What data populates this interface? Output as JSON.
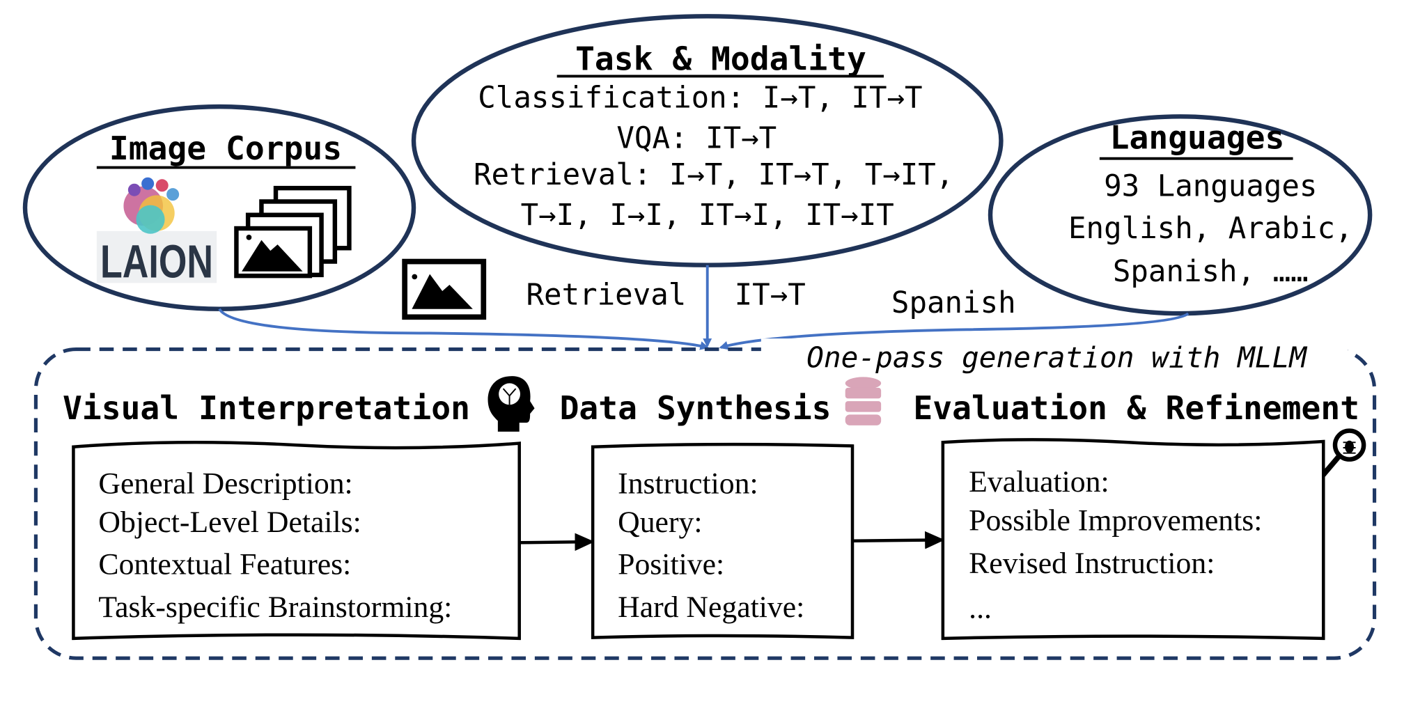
{
  "image_corpus": {
    "title": "Image Corpus",
    "logo_text": "LAION"
  },
  "task_modality": {
    "title": "Task & Modality",
    "lines": [
      "Classification: I→T, IT→T",
      "VQA: IT→T",
      "Retrieval: I→T, IT→T, T→IT,",
      "T→I, I→I, IT→I, IT→IT"
    ]
  },
  "languages": {
    "title": "Languages",
    "lines": [
      "93 Languages",
      "English, Arabic,",
      "Spanish, ……"
    ]
  },
  "sample": {
    "task": "Retrieval",
    "modality": "IT→T",
    "language": "Spanish"
  },
  "pipeline": {
    "caption": "One-pass generation with MLLM",
    "stages": [
      {
        "title": "Visual Interpretation",
        "icon": "brain-head-icon",
        "items": [
          "General Description:",
          "Object-Level Details:",
          "Contextual Features:",
          "Task-specific Brainstorming:"
        ]
      },
      {
        "title": "Data Synthesis",
        "icon": "database-icon",
        "items": [
          "Instruction:",
          "Query:",
          "Positive:",
          "Hard Negative:"
        ]
      },
      {
        "title": "Evaluation & Refinement",
        "icon": "bug-magnifier-icon",
        "items": [
          "Evaluation:",
          "Possible Improvements:",
          "Revised Instruction:",
          "..."
        ]
      }
    ]
  },
  "colors": {
    "ellipse_stroke": "#1f3357",
    "arrow_blue": "#4472c4",
    "dashed_border": "#1f3864",
    "database_pink": "#d9a5b8"
  }
}
